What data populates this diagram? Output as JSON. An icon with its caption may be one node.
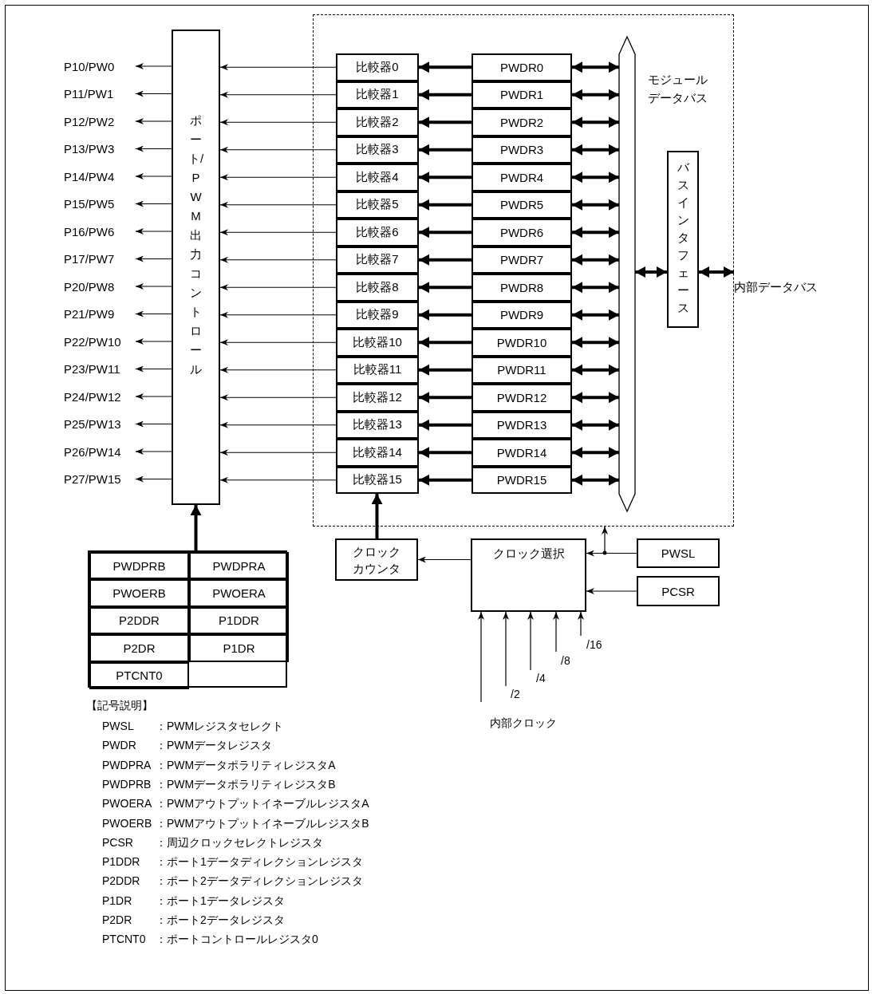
{
  "diagram": {
    "nodes": [
      {
        "text": [
          "P10/PW0"
        ]
      },
      {
        "text": [
          "P11/PW1"
        ]
      },
      {
        "text": [
          "P12/PW2"
        ]
      },
      {
        "text": [
          "P13/PW3"
        ]
      },
      {
        "text": [
          "P14/PW4"
        ]
      },
      {
        "text": [
          "P15/PW5"
        ]
      },
      {
        "text": [
          "P16/PW6"
        ]
      },
      {
        "text": [
          "P17/PW7"
        ]
      },
      {
        "text": [
          "P20/PW8"
        ]
      },
      {
        "text": [
          "P21/PW9"
        ]
      },
      {
        "text": [
          "P22/PW10"
        ]
      },
      {
        "text": [
          "P23/PW11"
        ]
      },
      {
        "text": [
          "P24/PW12"
        ]
      },
      {
        "text": [
          "P25/PW13"
        ]
      },
      {
        "text": [
          "P26/PW14"
        ]
      },
      {
        "text": [
          "P27/PW15"
        ]
      },
      {
        "text": [
          "ポート/PWM出力コントロール"
        ]
      },
      {
        "text": [],
        "shape": "box"
      },
      {
        "text": [
          "比較器0"
        ],
        "in": 17
      },
      {
        "text": [
          "比較器1"
        ],
        "in": 17
      },
      {
        "text": [
          "比較器2"
        ],
        "in": 17
      },
      {
        "text": [
          "比較器3"
        ],
        "in": 17
      },
      {
        "text": [
          "比較器4"
        ],
        "in": 17
      },
      {
        "text": [
          "比較器5"
        ],
        "in": 17
      },
      {
        "text": [
          "比較器6"
        ],
        "in": 17
      },
      {
        "text": [
          "比較器7"
        ],
        "in": 17
      },
      {
        "text": [
          "比較器8"
        ],
        "in": 17
      },
      {
        "text": [
          "比較器9"
        ],
        "in": 17
      },
      {
        "text": [
          "比較器10"
        ],
        "in": 17
      },
      {
        "text": [
          "比較器11"
        ],
        "in": 17
      },
      {
        "text": [
          "比較器12"
        ],
        "in": 17
      },
      {
        "text": [
          "比較器13"
        ],
        "in": 17
      },
      {
        "text": [
          "比較器14"
        ],
        "in": 17
      },
      {
        "text": [
          "比較器15"
        ],
        "in": 17
      },
      {
        "text": [
          "PWDR0"
        ],
        "in": 17
      },
      {
        "text": [
          "PWDR1"
        ],
        "in": 17
      },
      {
        "text": [
          "PWDR2"
        ],
        "in": 17
      },
      {
        "text": [
          "PWDR3"
        ],
        "in": 17
      },
      {
        "text": [
          "PWDR4"
        ],
        "in": 17
      },
      {
        "text": [
          "PWDR5"
        ],
        "in": 17
      },
      {
        "text": [
          "PWDR6"
        ],
        "in": 17
      },
      {
        "text": [
          "PWDR7"
        ],
        "in": 17
      },
      {
        "text": [
          "PWDR8"
        ],
        "in": 17
      },
      {
        "text": [
          "PWDR9"
        ],
        "in": 17
      },
      {
        "text": [
          "PWDR10"
        ],
        "in": 17
      },
      {
        "text": [
          "PWDR11"
        ],
        "in": 17
      },
      {
        "text": [
          "PWDR12"
        ],
        "in": 17
      },
      {
        "text": [
          "PWDR13"
        ],
        "in": 17
      },
      {
        "text": [
          "PWDR14"
        ],
        "in": 17
      },
      {
        "text": [
          "PWDR15"
        ],
        "in": 17
      },
      {
        "text": [],
        "shape": "bar",
        "in": 17,
        "beside": [
          "モジュールデータバス"
        ]
      },
      {
        "text": [
          "バスインタフェース"
        ],
        "in": 17
      },
      {
        "text": [
          "内部データバス"
        ]
      },
      {
        "text": [],
        "shape": "box"
      },
      {
        "text": [
          "PWDPRB"
        ],
        "in": 53
      },
      {
        "text": [
          "PWDPRA"
        ],
        "in": 53
      },
      {
        "text": [
          "PWOERB"
        ],
        "in": 53
      },
      {
        "text": [
          "PWOERA"
        ],
        "in": 53
      },
      {
        "text": [
          "P2DDR"
        ],
        "in": 53
      },
      {
        "text": [
          "P1DDR"
        ],
        "in": 53
      },
      {
        "text": [
          "P2DR"
        ],
        "in": 53
      },
      {
        "text": [
          "P1DR"
        ],
        "in": 53
      },
      {
        "text": [
          "PTCNT0"
        ],
        "in": 53
      },
      {
        "text": [
          "クロックカウンタ"
        ]
      },
      {
        "text": [
          "クロック選択"
        ]
      },
      {
        "text": [
          "PWSL"
        ]
      },
      {
        "text": [
          "PCSR"
        ]
      }
    ],
    "edges": [
      {
        "from": 16,
        "to": 0,
        "arrow": "to"
      },
      {
        "from": 16,
        "to": 1,
        "arrow": "to"
      },
      {
        "from": 16,
        "to": 2,
        "arrow": "to"
      },
      {
        "from": 16,
        "to": 3,
        "arrow": "to"
      },
      {
        "from": 16,
        "to": 4,
        "arrow": "to"
      },
      {
        "from": 16,
        "to": 5,
        "arrow": "to"
      },
      {
        "from": 16,
        "to": 6,
        "arrow": "to"
      },
      {
        "from": 16,
        "to": 7,
        "arrow": "to"
      },
      {
        "from": 16,
        "to": 8,
        "arrow": "to"
      },
      {
        "from": 16,
        "to": 9,
        "arrow": "to"
      },
      {
        "from": 16,
        "to": 10,
        "arrow": "to"
      },
      {
        "from": 16,
        "to": 11,
        "arrow": "to"
      },
      {
        "from": 16,
        "to": 12,
        "arrow": "to"
      },
      {
        "from": 16,
        "to": 13,
        "arrow": "to"
      },
      {
        "from": 16,
        "to": 14,
        "arrow": "to"
      },
      {
        "from": 16,
        "to": 15,
        "arrow": "to"
      },
      {
        "from": 18,
        "to": 16,
        "arrow": "to"
      },
      {
        "from": 19,
        "to": 16,
        "arrow": "to"
      },
      {
        "from": 20,
        "to": 16,
        "arrow": "to"
      },
      {
        "from": 21,
        "to": 16,
        "arrow": "to"
      },
      {
        "from": 22,
        "to": 16,
        "arrow": "to"
      },
      {
        "from": 23,
        "to": 16,
        "arrow": "to"
      },
      {
        "from": 24,
        "to": 16,
        "arrow": "to"
      },
      {
        "from": 25,
        "to": 16,
        "arrow": "to"
      },
      {
        "from": 26,
        "to": 16,
        "arrow": "to"
      },
      {
        "from": 27,
        "to": 16,
        "arrow": "to"
      },
      {
        "from": 28,
        "to": 16,
        "arrow": "to"
      },
      {
        "from": 29,
        "to": 16,
        "arrow": "to"
      },
      {
        "from": 30,
        "to": 16,
        "arrow": "to"
      },
      {
        "from": 31,
        "to": 16,
        "arrow": "to"
      },
      {
        "from": 32,
        "to": 16,
        "arrow": "to"
      },
      {
        "from": 33,
        "to": 16,
        "arrow": "to"
      },
      {
        "from": 34,
        "to": 18,
        "arrow": "to",
        "style": "thick"
      },
      {
        "from": 35,
        "to": 19,
        "arrow": "to",
        "style": "thick"
      },
      {
        "from": 36,
        "to": 20,
        "arrow": "to",
        "style": "thick"
      },
      {
        "from": 37,
        "to": 21,
        "arrow": "to",
        "style": "thick"
      },
      {
        "from": 38,
        "to": 22,
        "arrow": "to",
        "style": "thick"
      },
      {
        "from": 39,
        "to": 23,
        "arrow": "to",
        "style": "thick"
      },
      {
        "from": 40,
        "to": 24,
        "arrow": "to",
        "style": "thick"
      },
      {
        "from": 41,
        "to": 25,
        "arrow": "to",
        "style": "thick"
      },
      {
        "from": 42,
        "to": 26,
        "arrow": "to",
        "style": "thick"
      },
      {
        "from": 43,
        "to": 27,
        "arrow": "to",
        "style": "thick"
      },
      {
        "from": 44,
        "to": 28,
        "arrow": "to",
        "style": "thick"
      },
      {
        "from": 45,
        "to": 29,
        "arrow": "to",
        "style": "thick"
      },
      {
        "from": 46,
        "to": 30,
        "arrow": "to",
        "style": "thick"
      },
      {
        "from": 47,
        "to": 31,
        "arrow": "to",
        "style": "thick"
      },
      {
        "from": 48,
        "to": 32,
        "arrow": "to",
        "style": "thick"
      },
      {
        "from": 49,
        "to": 33,
        "arrow": "to",
        "style": "thick"
      },
      {
        "from": 50,
        "to": 34,
        "arrow": "both",
        "style": "thick"
      },
      {
        "from": 50,
        "to": 35,
        "arrow": "both",
        "style": "thick"
      },
      {
        "from": 50,
        "to": 36,
        "arrow": "both",
        "style": "thick"
      },
      {
        "from": 50,
        "to": 37,
        "arrow": "both",
        "style": "thick"
      },
      {
        "from": 50,
        "to": 38,
        "arrow": "both",
        "style": "thick"
      },
      {
        "from": 50,
        "to": 39,
        "arrow": "both",
        "style": "thick"
      },
      {
        "from": 50,
        "to": 40,
        "arrow": "both",
        "style": "thick"
      },
      {
        "from": 50,
        "to": 41,
        "arrow": "both",
        "style": "thick"
      },
      {
        "from": 50,
        "to": 42,
        "arrow": "both",
        "style": "thick"
      },
      {
        "from": 50,
        "to": 43,
        "arrow": "both",
        "style": "thick"
      },
      {
        "from": 50,
        "to": 44,
        "arrow": "both",
        "style": "thick"
      },
      {
        "from": 50,
        "to": 45,
        "arrow": "both",
        "style": "thick"
      },
      {
        "from": 50,
        "to": 46,
        "arrow": "both",
        "style": "thick"
      },
      {
        "from": 50,
        "to": 47,
        "arrow": "both",
        "style": "thick"
      },
      {
        "from": 50,
        "to": 48,
        "arrow": "both",
        "style": "thick"
      },
      {
        "from": 50,
        "to": 49,
        "arrow": "both",
        "style": "thick"
      },
      {
        "from": 51,
        "to": 50,
        "arrow": "both",
        "style": "thick"
      },
      {
        "from": 52,
        "to": 51,
        "arrow": "both",
        "style": "thick"
      },
      {
        "from": 53,
        "to": 16,
        "arrow": "to",
        "style": "thick"
      },
      {
        "from": 63,
        "to": 33,
        "arrow": "to",
        "style": "thick"
      },
      {
        "from": 64,
        "to": 63,
        "arrow": "to"
      },
      {
        "from": 65,
        "to": 64,
        "arrow": "to"
      },
      {
        "from": 65,
        "to": 17,
        "arrow": "to"
      },
      {
        "from": 66,
        "to": 64,
        "arrow": "to"
      },
      {
        "from": null,
        "to": 64,
        "arrow": "to"
      },
      {
        "from": null,
        "to": 64,
        "arrow": "to",
        "label": "/2"
      },
      {
        "from": null,
        "to": 64,
        "arrow": "to",
        "label": "/4"
      },
      {
        "from": null,
        "to": 64,
        "arrow": "to",
        "label": "/8"
      },
      {
        "from": null,
        "to": 64,
        "arrow": "to",
        "label": "/16"
      }
    ],
    "labels": [
      "内部クロック",
      "【記号説明】",
      "PWSL",
      "：PWMレジスタセレクト",
      "PWDR",
      "：PWMデータレジスタ",
      "PWDPRA",
      "：PWMデータポラリティレジスタA",
      "PWDPRB",
      "：PWMデータポラリティレジスタB",
      "PWOERA",
      "：PWMアウトプットイネーブルレジスタA",
      "PWOERB",
      "：PWMアウトプットイネーブルレジスタB",
      "PCSR",
      "：周辺クロックセレクトレジスタ",
      "P1DDR",
      "：ポート1データディレクションレジスタ",
      "P2DDR",
      "：ポート2データディレクションレジスタ",
      "P1DR",
      "：ポート1データレジスタ",
      "P2DR",
      "：ポート2データレジスタ",
      "PTCNT0",
      "：ポートコントロールレジスタ0"
    ]
  }
}
